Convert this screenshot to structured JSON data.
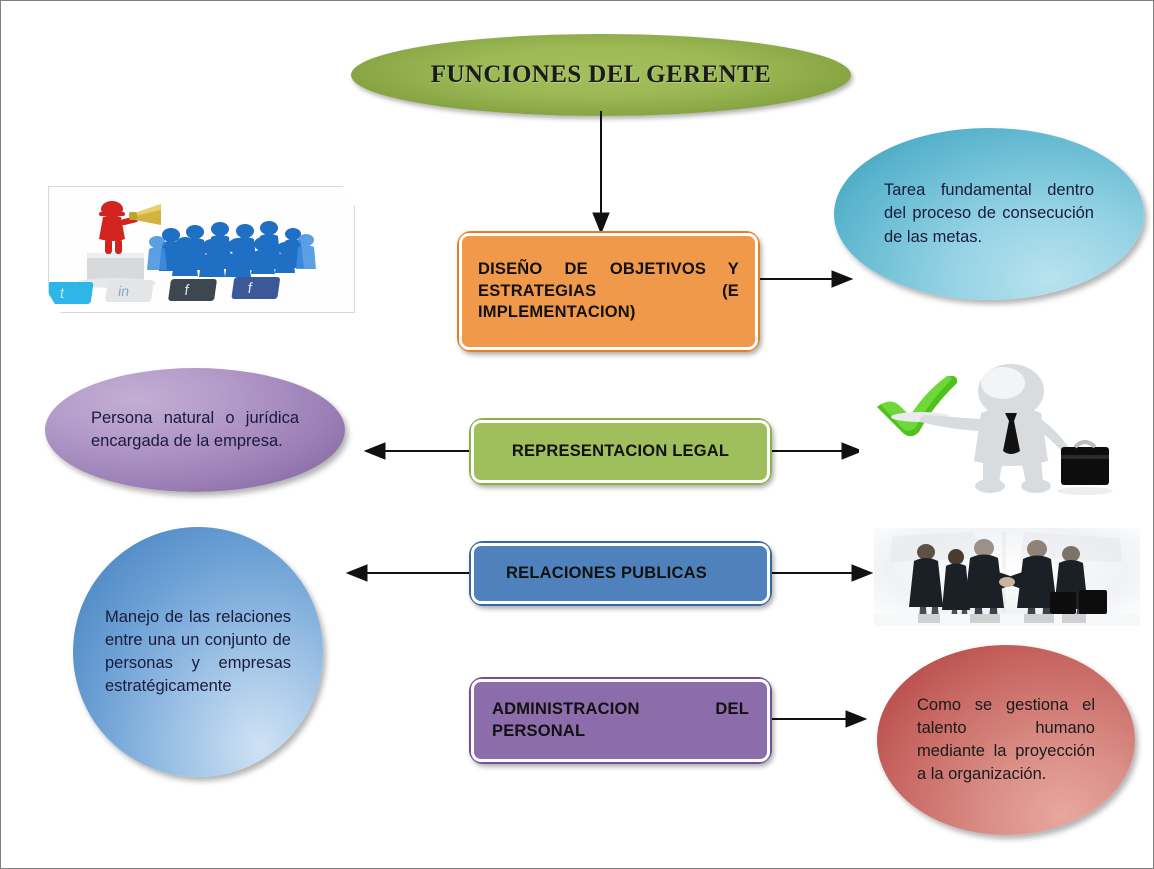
{
  "diagram": {
    "title": "FUNCIONES DEL  GERENTE",
    "title_color": "#93b04f",
    "boxes": [
      {
        "id": "objetivos",
        "label": "DISEÑO DE OBJETIVOS Y ESTRATEGIAS (E IMPLEMENTACION)",
        "color": "#f0994a"
      },
      {
        "id": "representacion",
        "label": "REPRESENTACION LEGAL",
        "color": "#9fbf5c"
      },
      {
        "id": "relaciones",
        "label": "RELACIONES PUBLICAS",
        "color": "#4f81bd"
      },
      {
        "id": "administracion",
        "label": "ADMINISTRACION DEL PERSONAL",
        "color": "#8c6cab"
      }
    ],
    "balloons": [
      {
        "id": "tarea",
        "text": "Tarea fundamental dentro del proceso de consecución de las metas.",
        "color": "#67bcd6",
        "shape": "ellipse"
      },
      {
        "id": "persona",
        "text": "Persona natural o jurídica encargada de la empresa.",
        "color": "#9b7fb6",
        "shape": "ellipse"
      },
      {
        "id": "manejo",
        "text": "Manejo de las relaciones entre una un conjunto de personas y empresas estratégicamente",
        "color": "#6a9fd4",
        "shape": "circle"
      },
      {
        "id": "como",
        "text": "Como se gestiona el talento humano mediante la proyección a la organización.",
        "color": "#c6635f",
        "shape": "ellipse"
      }
    ],
    "images": [
      {
        "id": "lider",
        "caption": "leader-with-megaphone-and-crowd-image"
      },
      {
        "id": "persona",
        "caption": "businessman-with-checkmark-image"
      },
      {
        "id": "reunion",
        "caption": "business-handshake-meeting-image"
      }
    ],
    "connectors": [
      {
        "id": "title-to-objetivos",
        "direction": "down"
      },
      {
        "id": "objetivos-to-tarea",
        "direction": "right"
      },
      {
        "id": "representacion-to-persona",
        "direction": "left"
      },
      {
        "id": "representacion-to-picture",
        "direction": "right"
      },
      {
        "id": "relaciones-to-manejo",
        "direction": "left"
      },
      {
        "id": "relaciones-to-picture",
        "direction": "right"
      },
      {
        "id": "administracion-to-como",
        "direction": "right"
      }
    ]
  }
}
